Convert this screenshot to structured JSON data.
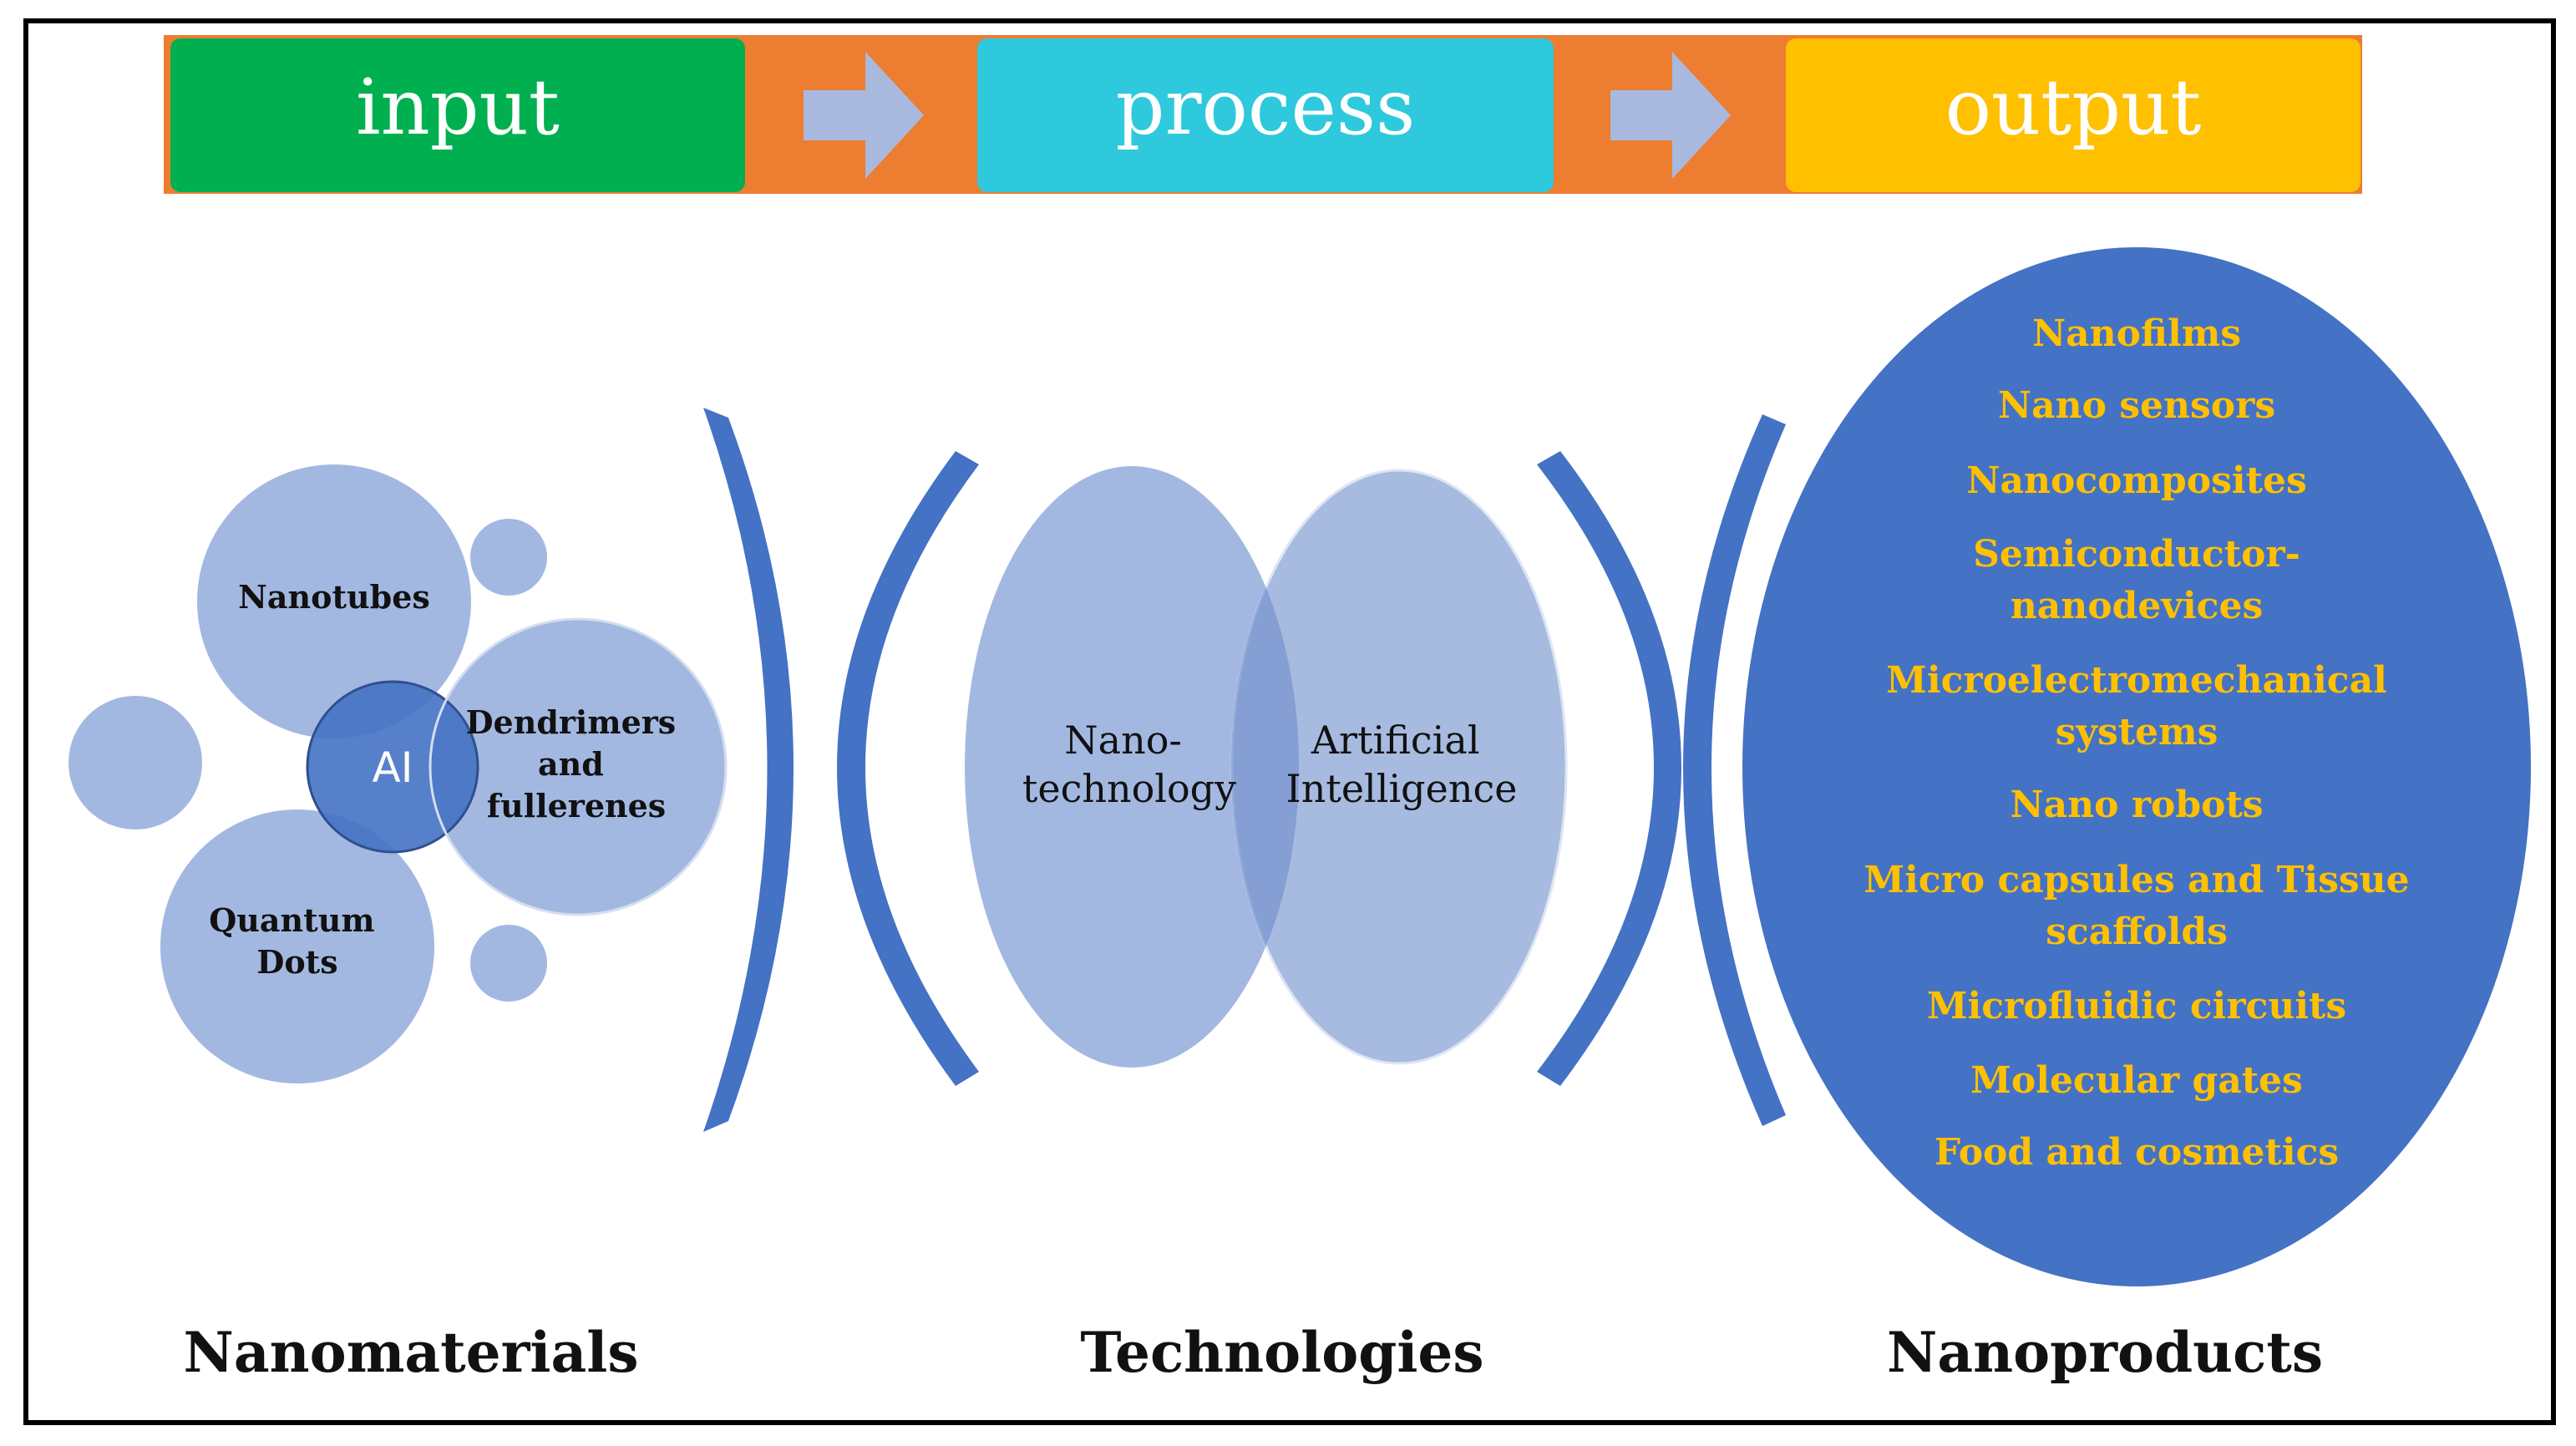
{
  "flow": {
    "input": "input",
    "process": "process",
    "output": "output"
  },
  "nanomaterials": {
    "center": "AI",
    "nanotubes": "Nanotubes",
    "dendrimers": [
      "Dendrimers",
      "and",
      "fullerenes"
    ],
    "quantum_dots": [
      "Quantum",
      "Dots"
    ]
  },
  "technologies": {
    "nanotech": [
      "Nano-",
      "technology"
    ],
    "ai": [
      "Artificial",
      "Intelligence"
    ]
  },
  "nanoproducts": {
    "items": [
      [
        "Nanofilms"
      ],
      [
        "Nano sensors"
      ],
      [
        "Nanocomposites"
      ],
      [
        "Semiconductor-",
        "nanodevices"
      ],
      [
        "Microelectromechanical",
        "systems"
      ],
      [
        "Nano robots"
      ],
      [
        "Micro capsules and Tissue",
        "scaffolds"
      ],
      [
        "Microfluidic circuits"
      ],
      [
        "Molecular gates"
      ],
      [
        "Food and cosmetics"
      ]
    ]
  },
  "captions": {
    "nanomaterials": "Nanomaterials",
    "technologies": "Technologies",
    "nanoproducts": "Nanoproducts"
  },
  "colors": {
    "green": "#00b050",
    "orange": "#ed7d31",
    "cyan": "#2ec9dc",
    "yellow": "#ffc000",
    "blue": "#4472c4",
    "light_blue": "#a3b8e1",
    "gold_text": "#ffc000"
  }
}
